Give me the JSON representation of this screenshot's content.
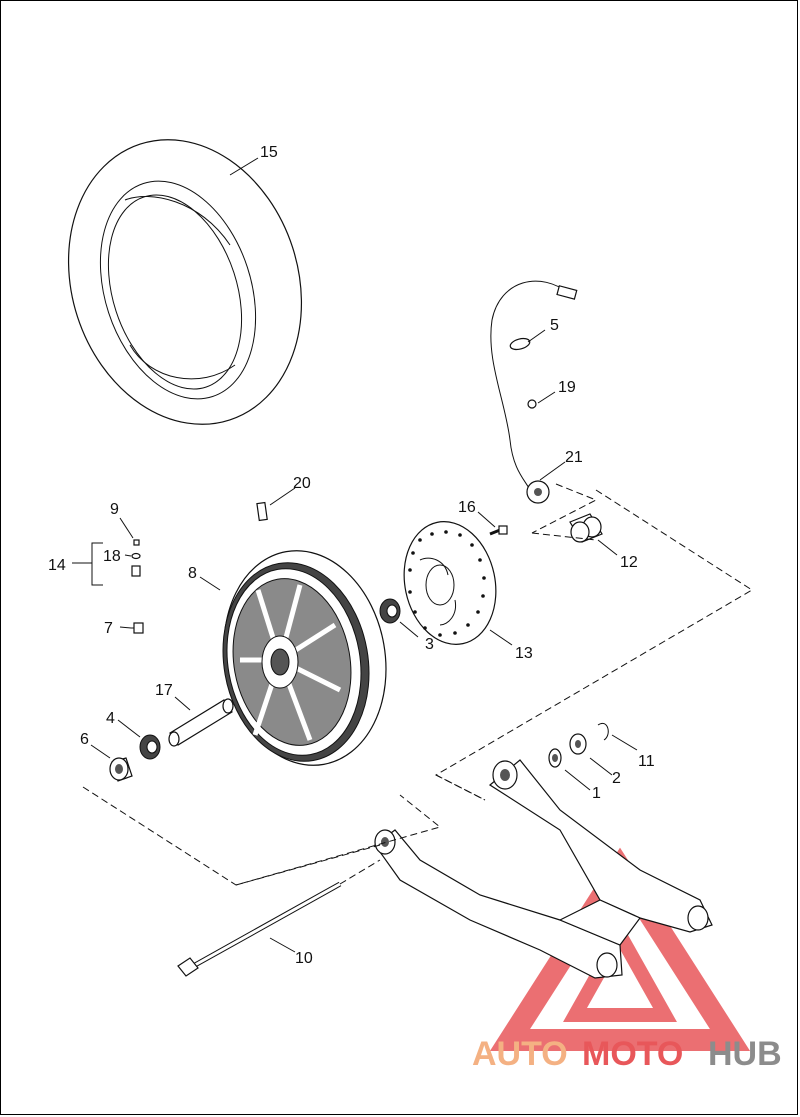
{
  "labels": {
    "p1": "1",
    "p2": "2",
    "p3": "3",
    "p4": "4",
    "p5": "5",
    "p6": "6",
    "p7": "7",
    "p8": "8",
    "p9": "9",
    "p10": "10",
    "p11": "11",
    "p12": "12",
    "p13": "13",
    "p14": "14",
    "p15": "15",
    "p16": "16",
    "p17": "17",
    "p18": "18",
    "p19": "19",
    "p20": "20",
    "p21": "21"
  },
  "watermark": {
    "part1": "AUTO",
    "part2": "MOTO",
    "part3": "HUB",
    "color_orange": "#F4B183",
    "color_red": "#E8575A",
    "color_gray": "#8C8C8C"
  }
}
